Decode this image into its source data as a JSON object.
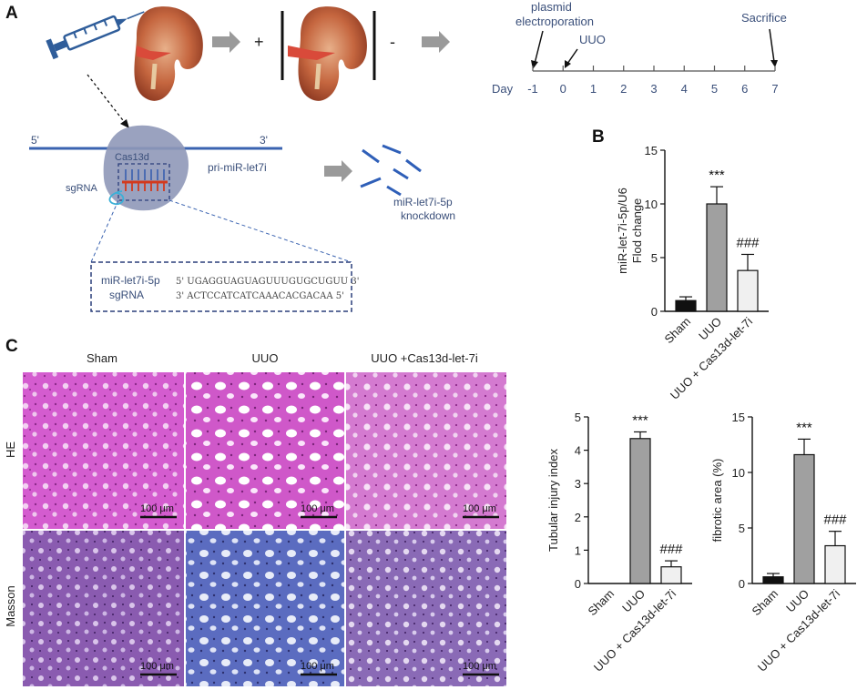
{
  "panels": {
    "a": "A",
    "b": "B",
    "c": "C"
  },
  "panel_a": {
    "plus": "+",
    "minus": "-",
    "timeline": {
      "event_plasmid_line1": "plasmid",
      "event_plasmid_line2": "electroporation",
      "event_uuo": "UUO",
      "event_sacrifice": "Sacrifice",
      "day_label": "Day",
      "days": [
        "-1",
        "0",
        "1",
        "2",
        "3",
        "4",
        "5",
        "6",
        "7"
      ]
    },
    "diagram": {
      "five_prime": "5'",
      "three_prime": "3'",
      "cas13d": "Cas13d",
      "target": "pri-miR-let7i",
      "sgrna": "sgRNA",
      "result_line1": "miR-let7i-5p",
      "result_line2": "knockdown"
    },
    "sequence_box": {
      "row1_name": "miR-let7i-5p",
      "row1_seq": "5'  UGAGGUAGUAGUUUGUGCUGUU  3'",
      "row2_name": "sgRNA",
      "row2_seq": "3'  ACTCCATCATCAAACACGACAA  5'"
    }
  },
  "panel_c_micrographs": {
    "columns": [
      "Sham",
      "UUO",
      "UUO +Cas13d-let-7i"
    ],
    "rows": [
      "HE",
      "Masson"
    ],
    "scale_bar": "100 μm",
    "colors": {
      "he": "#d45ccf",
      "masson": "#8a5bb0",
      "masson_uuo": "#5b6cc0"
    }
  },
  "chart_data": [
    {
      "type": "bar",
      "panel": "B",
      "categories": [
        "Sham",
        "UUO",
        "UUO + Cas13d-let-7i"
      ],
      "values": [
        1.0,
        10.0,
        3.8
      ],
      "errors": [
        0.35,
        1.6,
        1.5
      ],
      "significance": [
        "",
        "***",
        "###"
      ],
      "ylabel": "miR-let-7i-5p/U6\nFlod change",
      "ylim": [
        0,
        15
      ],
      "yticks": [
        0,
        5,
        10,
        15
      ],
      "colors": [
        "#111111",
        "#a0a0a0",
        "#f0f0f0"
      ]
    },
    {
      "type": "bar",
      "panel": "C-tubular",
      "categories": [
        "Sham",
        "UUO",
        "UUO + Cas13d-let-7i"
      ],
      "values": [
        0.0,
        4.35,
        0.5
      ],
      "errors": [
        0.0,
        0.2,
        0.18
      ],
      "significance": [
        "",
        "***",
        "###"
      ],
      "ylabel": "Tubular injury index",
      "ylim": [
        0,
        5
      ],
      "yticks": [
        0,
        1,
        2,
        3,
        4,
        5
      ],
      "colors": [
        "#111111",
        "#a0a0a0",
        "#f0f0f0"
      ]
    },
    {
      "type": "bar",
      "panel": "C-fibrotic",
      "categories": [
        "Sham",
        "UUO",
        "UUO + Cas13d-let-7i"
      ],
      "values": [
        0.6,
        11.6,
        3.4
      ],
      "errors": [
        0.3,
        1.4,
        1.3
      ],
      "significance": [
        "",
        "***",
        "###"
      ],
      "ylabel": "fibrotic area (%)",
      "ylim": [
        0,
        15
      ],
      "yticks": [
        0,
        5,
        10,
        15
      ],
      "colors": [
        "#111111",
        "#a0a0a0",
        "#f0f0f0"
      ]
    }
  ]
}
